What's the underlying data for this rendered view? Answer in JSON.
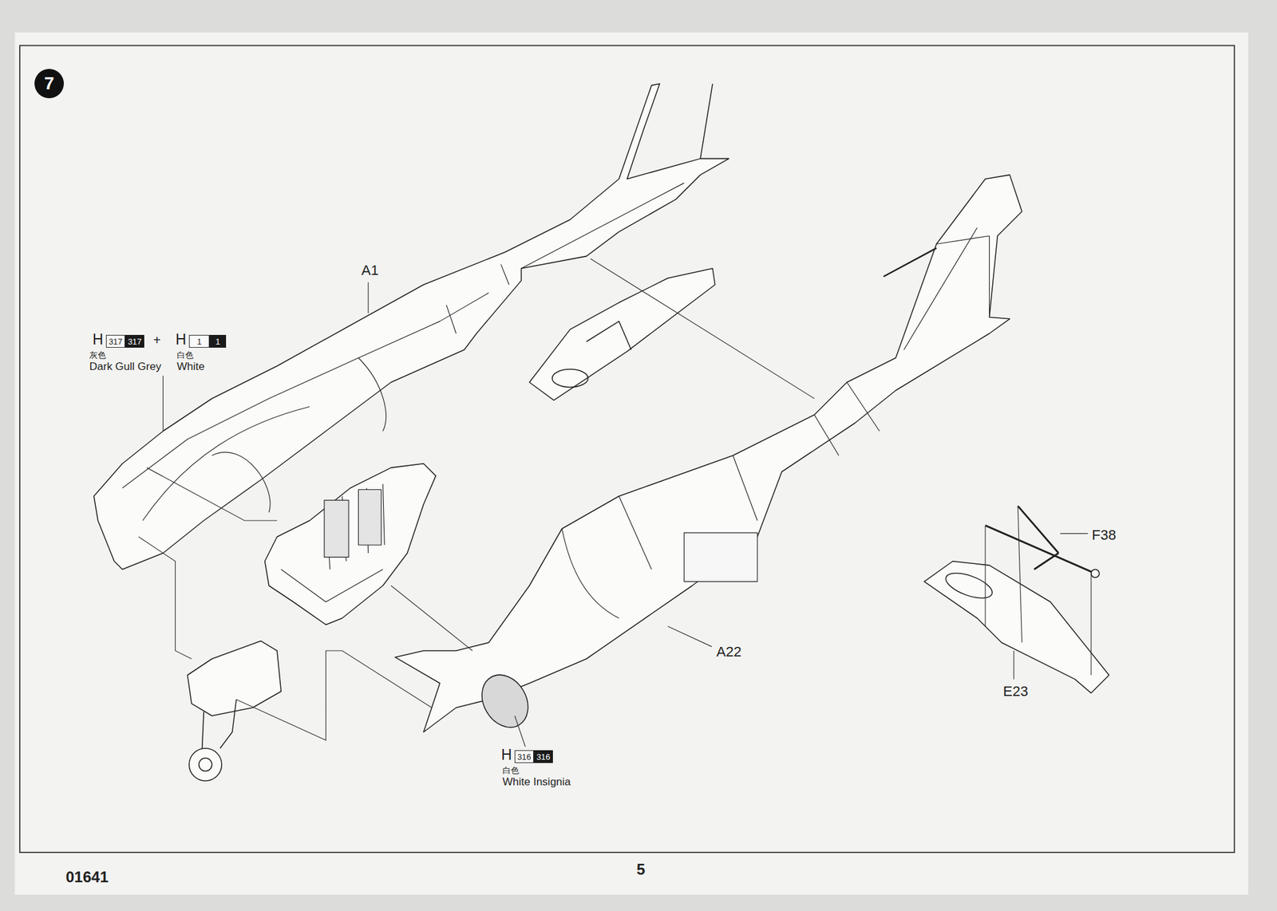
{
  "diagram": {
    "nodes": [
      {
        "text": [
          "7"
        ]
      },
      {
        "text": [
          "317"
        ]
      },
      {
        "text": [
          "317"
        ]
      },
      {
        "text": [
          "1"
        ]
      },
      {
        "text": [
          "1"
        ]
      },
      {
        "text": [
          "316"
        ]
      },
      {
        "text": [
          "316"
        ]
      }
    ],
    "labels": [
      "A1",
      "H",
      "+",
      "H",
      "灰色",
      "Dark Gull Grey",
      "白色",
      "White",
      "A22",
      "F38",
      "E23",
      "H",
      "白色",
      "White Insignia",
      "01641",
      "5"
    ]
  }
}
